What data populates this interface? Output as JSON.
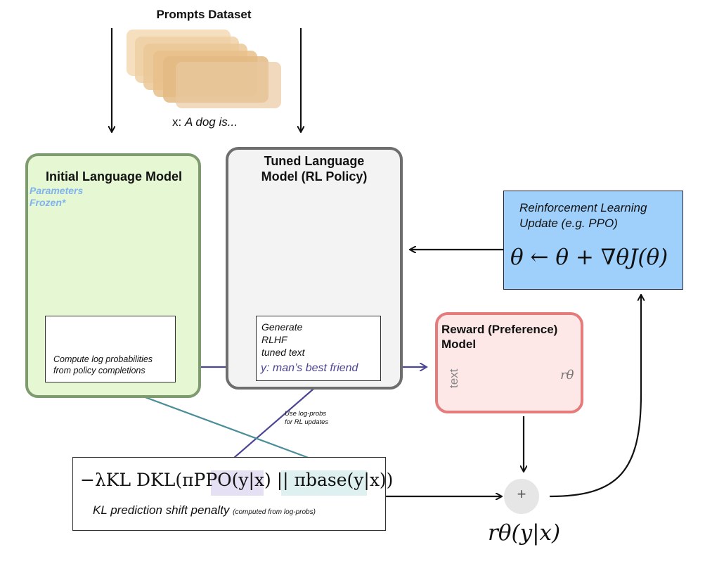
{
  "prompts_dataset": {
    "title": "Prompts Dataset",
    "example_label": "x: ",
    "example_text": "A dog is..."
  },
  "initial_lm": {
    "title": "Initial Language Model",
    "frozen_note_line1": "Parameters",
    "frozen_note_line2": "Frozen*",
    "logprob_caption_line1": "Compute log probabilities",
    "logprob_caption_line2": "from policy completions"
  },
  "tuned_lm": {
    "title_line1": "Tuned Language",
    "title_line2": "Model (RL Policy)",
    "generate_line1": "Generate",
    "generate_line2": "RLHF",
    "generate_line3": "tuned text",
    "output_text": "y: man’s best friend"
  },
  "rl_update": {
    "title_line1": "Reinforcement Learning",
    "title_line2": "Update (e.g. PPO)",
    "equation": "θ ← θ + ∇θJ(θ)"
  },
  "reward_model": {
    "title_line1": "Reward (Preference)",
    "title_line2": "Model",
    "input_label": "text",
    "output_label": "rθ"
  },
  "kl_penalty": {
    "formula": "−λKL DKL(πPPO(y|x) || πbase(y|x))",
    "caption": "KL prediction shift penalty",
    "caption_small": "(computed from log-probs)"
  },
  "logprob_note_line1": "Use log-probs",
  "logprob_note_line2": "for RL updates",
  "sum_symbol": "+",
  "reward_output": "rθ(y|x)",
  "colors": {
    "initial_fill": "#e6f7d4",
    "initial_border": "#7d9b6e",
    "tuned_fill": "#f3f3f3",
    "tuned_border": "#6e6e6e",
    "rl_fill": "#9fd0fb",
    "reward_fill": "#fde7e7",
    "reward_border": "#e57b7b",
    "purple_arrow": "#4b4594",
    "teal_arrow": "#4a8e98",
    "frozen_text": "#7fb3ee"
  }
}
